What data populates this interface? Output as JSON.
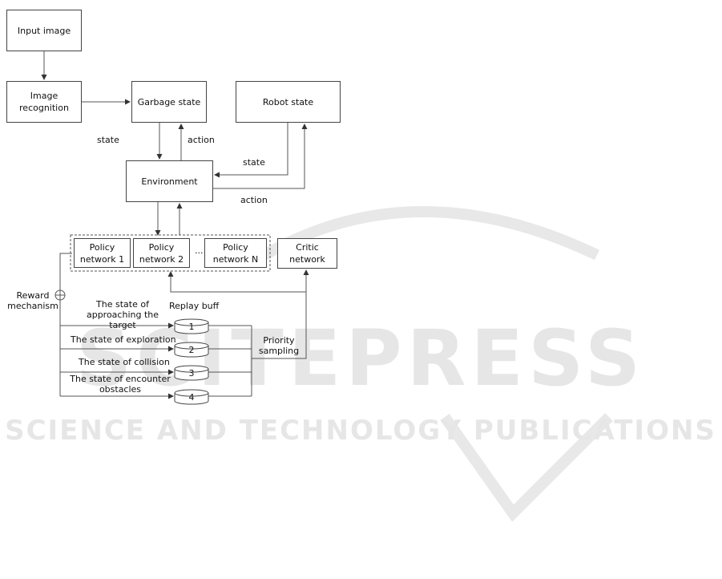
{
  "boxes": {
    "input_image": "Input image",
    "image_recognition": "Image\nrecognition",
    "garbage_state": "Garbage state",
    "robot_state": "Robot state",
    "environment": "Environment",
    "policy_1": "Policy\nnetwork 1",
    "policy_2": "Policy\nnetwork 2",
    "policy_ellipsis": "...",
    "policy_n": "Policy\nnetwork N",
    "critic": "Critic\nnetwork"
  },
  "labels": {
    "state_left": "state",
    "action_left": "action",
    "state_right": "state",
    "action_right": "action",
    "reward": "Reward\nmechanism",
    "replay_buff": "Replay buff",
    "state_approach": "The state of\napproaching the target",
    "state_exploration": "The state of exploration",
    "state_collision": "The state of collision",
    "state_obstacles": "The state of encounter\nobstacles",
    "priority": "Priority\nsampling"
  },
  "buffers": [
    "1",
    "2",
    "3",
    "4"
  ],
  "watermark": {
    "logo": "SCITEPRESS",
    "tagline": "SCIENCE AND TECHNOLOGY PUBLICATIONS",
    "color": "#e6e6e6"
  },
  "colors": {
    "stroke": "#444444",
    "text": "#111111"
  }
}
